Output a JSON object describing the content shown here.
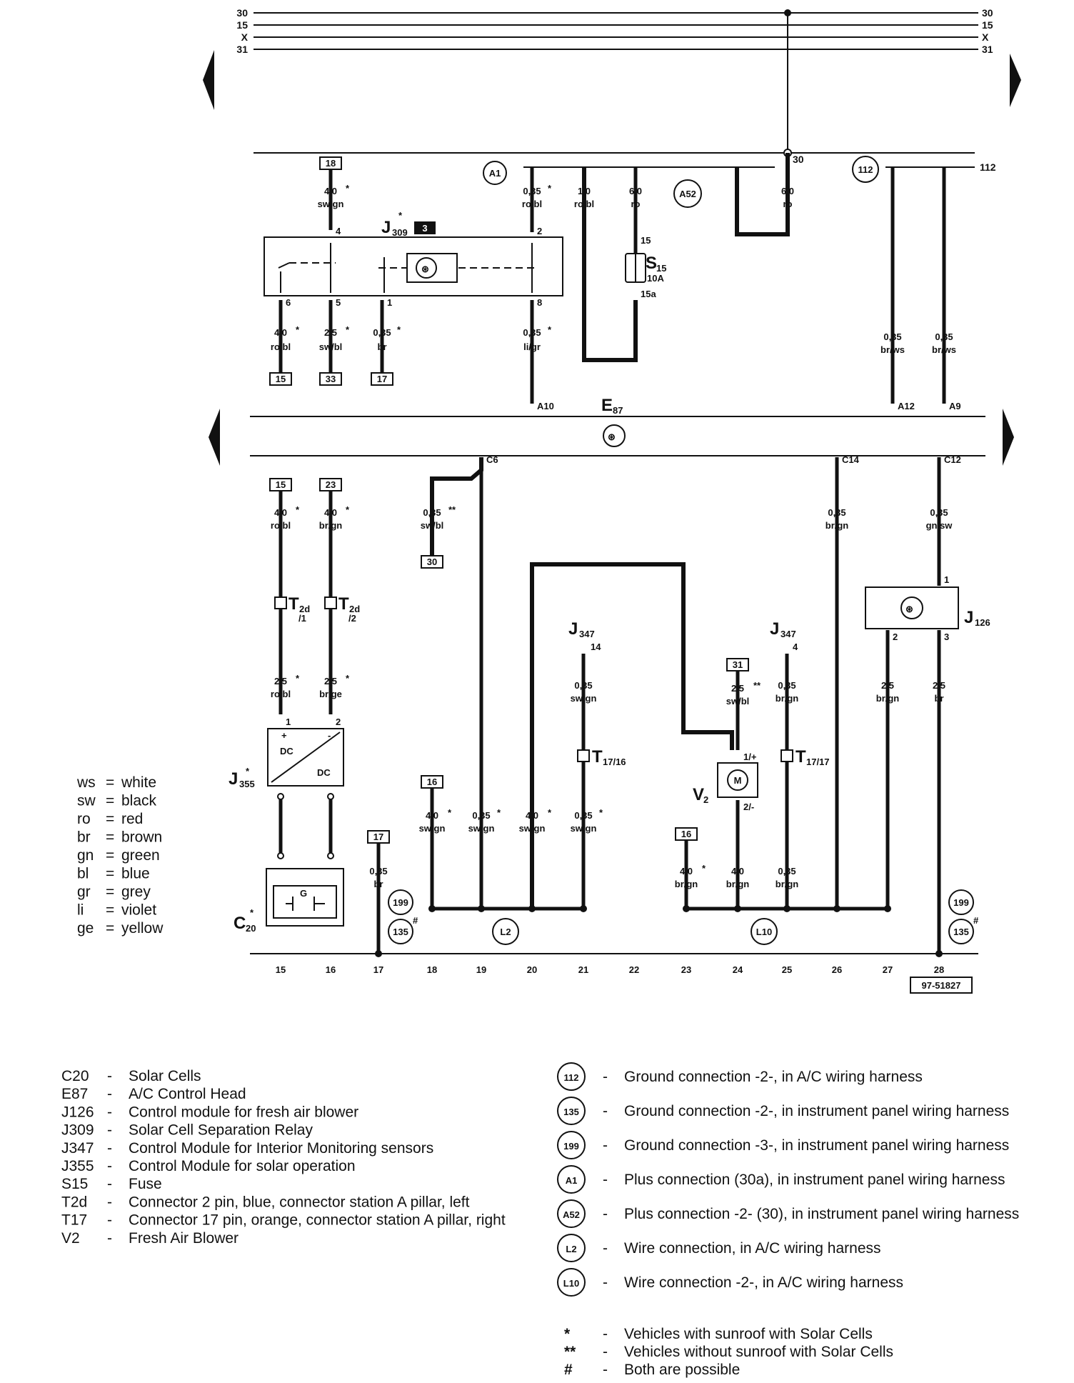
{
  "rails": [
    "30",
    "15",
    "X",
    "31"
  ],
  "bus_112": "112",
  "bus_30": "30",
  "modules": {
    "J309": {
      "name": "J",
      "sub": "309",
      "star": "*",
      "tag": "3"
    },
    "E87": {
      "name": "E",
      "sub": "87"
    },
    "J126": {
      "name": "J",
      "sub": "126"
    },
    "J347a": {
      "name": "J",
      "sub": "347",
      "pin": "14"
    },
    "J347b": {
      "name": "J",
      "sub": "347",
      "pin": "4"
    },
    "J355": {
      "name": "J",
      "sub": "355",
      "star": "*"
    },
    "C20": {
      "name": "C",
      "sub": "20",
      "star": "*"
    },
    "V2": {
      "name": "V",
      "sub": "2"
    },
    "S15": {
      "name": "S",
      "sub": "15",
      "rating": "10A",
      "pin_in": "15",
      "pin_out": "15a"
    },
    "T2d_1": {
      "name": "T",
      "sub": "2d",
      "pin": "/1"
    },
    "T2d_2": {
      "name": "T",
      "sub": "2d",
      "pin": "/2"
    },
    "T17_16": {
      "name": "T",
      "sub": "17/16"
    },
    "T17_17": {
      "name": "T",
      "sub": "17/17"
    }
  },
  "conn_circles": {
    "A1": "A1",
    "A52": "A52",
    "c112": "112",
    "c199a": "199",
    "c135a": "135",
    "L2": "L2",
    "L10": "L10",
    "c199b": "199",
    "c135b": "135",
    "hash": "#"
  },
  "wires_top": [
    {
      "id": "w18",
      "box": "18",
      "size": "4,0",
      "star": "*",
      "color": "sw/gn",
      "pin": "4"
    },
    {
      "id": "w6",
      "box": "15",
      "size": "4,0",
      "star": "*",
      "color": "ro/bl",
      "pin": "6"
    },
    {
      "id": "w5",
      "box": "33",
      "size": "2,5",
      "star": "*",
      "color": "sw/bl",
      "pin": "5"
    },
    {
      "id": "w1",
      "box": "17",
      "size": "0,35",
      "star": "*",
      "color": "br",
      "pin": "1"
    },
    {
      "id": "wA1",
      "size": "0,35",
      "star": "*",
      "color": "ro/bl",
      "pin": "2"
    },
    {
      "id": "w8",
      "size": "0,35",
      "star": "*",
      "color": "li/gr",
      "pin": "8",
      "epin": "A10"
    },
    {
      "id": "wrobl",
      "size": "1,0",
      "color": "ro/bl"
    },
    {
      "id": "wro",
      "size": "6,0",
      "color": "ro"
    },
    {
      "id": "wro30",
      "size": "6,0",
      "color": "ro"
    },
    {
      "id": "wA12",
      "size": "0,35",
      "color": "br/ws",
      "epin": "A12"
    },
    {
      "id": "wA9",
      "size": "0,35",
      "color": "br/ws",
      "epin": "A9"
    }
  ],
  "wires_bottom": [
    {
      "id": "b15a",
      "box": "15",
      "size": "4,0",
      "star": "*",
      "color": "ro/bl"
    },
    {
      "id": "b16a",
      "box": "23",
      "size": "4,0",
      "star": "*",
      "color": "br/gn"
    },
    {
      "id": "b15b",
      "size": "2,5",
      "star": "*",
      "color": "ro/bl",
      "pin": "1"
    },
    {
      "id": "b16b",
      "size": "2,5",
      "star": "*",
      "color": "br/ge",
      "pin": "2"
    },
    {
      "id": "bC6",
      "box": "30",
      "size": "0,35",
      "star": "**",
      "color": "sw/bl",
      "epin": "C6"
    },
    {
      "id": "b17",
      "box": "17",
      "size": "0,35",
      "color": "br"
    },
    {
      "id": "b18",
      "box": "16",
      "size": "4,0",
      "star": "*",
      "color": "sw/gn"
    },
    {
      "id": "b19",
      "size": "0,35",
      "star": "*",
      "color": "sw/gn"
    },
    {
      "id": "b20",
      "size": "4,0",
      "star": "*",
      "color": "sw/gn"
    },
    {
      "id": "b21a",
      "size": "0,35",
      "color": "sw/gn"
    },
    {
      "id": "b21b",
      "size": "0,35",
      "star": "*",
      "color": "sw/gn"
    },
    {
      "id": "b23",
      "box": "16",
      "size": "4,0",
      "star": "*",
      "color": "br/gn"
    },
    {
      "id": "bV2top",
      "box": "31",
      "size": "2,5",
      "star": "**",
      "color": "sw/bl"
    },
    {
      "id": "b24",
      "size": "4,0",
      "color": "br/gn"
    },
    {
      "id": "b25a",
      "size": "0,35",
      "color": "br/gn"
    },
    {
      "id": "b25b",
      "size": "0,35",
      "color": "br/gn"
    },
    {
      "id": "b26",
      "size": "0,35",
      "color": "br/gn",
      "epin": "C14"
    },
    {
      "id": "bC12",
      "size": "0,35",
      "color": "gn/sw",
      "epin": "C12"
    },
    {
      "id": "b27",
      "size": "2,5",
      "color": "br/gn",
      "pin": "2"
    },
    {
      "id": "b28",
      "size": "2,5",
      "color": "br",
      "pin": "3"
    }
  ],
  "pins": {
    "p1": "1",
    "v2a": "1/+",
    "v2b": "2/-",
    "plus": "+",
    "minus": "-",
    "dc1": "DC",
    "dc2": "DC",
    "g": "G",
    "m": "M"
  },
  "columns": [
    "15",
    "16",
    "17",
    "18",
    "19",
    "20",
    "21",
    "22",
    "23",
    "24",
    "25",
    "26",
    "27",
    "28"
  ],
  "ref": "97-51827",
  "color_legend": [
    {
      "code": "ws",
      "name": "white"
    },
    {
      "code": "sw",
      "name": "black"
    },
    {
      "code": "ro",
      "name": "red"
    },
    {
      "code": "br",
      "name": "brown"
    },
    {
      "code": "gn",
      "name": "green"
    },
    {
      "code": "bl",
      "name": "blue"
    },
    {
      "code": "gr",
      "name": "grey"
    },
    {
      "code": "li",
      "name": "violet"
    },
    {
      "code": "ge",
      "name": "yellow"
    }
  ],
  "components": [
    {
      "code": "C20",
      "desc": "Solar Cells"
    },
    {
      "code": "E87",
      "desc": "A/C Control Head"
    },
    {
      "code": "J126",
      "desc": "Control module for fresh air blower"
    },
    {
      "code": "J309",
      "desc": "Solar Cell Separation Relay"
    },
    {
      "code": "J347",
      "desc": "Control Module for Interior Monitoring sensors"
    },
    {
      "code": "J355",
      "desc": "Control Module for solar operation"
    },
    {
      "code": "S15",
      "desc": "Fuse"
    },
    {
      "code": "T2d",
      "desc": "Connector 2 pin, blue, connector station A pillar, left"
    },
    {
      "code": "T17",
      "desc": "Connector 17 pin, orange, connector station A pillar, right"
    },
    {
      "code": "V2",
      "desc": "Fresh Air Blower"
    }
  ],
  "connections": [
    {
      "code": "112",
      "desc": "Ground connection -2-, in A/C wiring harness"
    },
    {
      "code": "135",
      "desc": "Ground connection -2-, in instrument panel wiring harness"
    },
    {
      "code": "199",
      "desc": "Ground connection -3-, in instrument panel wiring harness"
    },
    {
      "code": "A1",
      "desc": "Plus connection (30a), in instrument panel wiring harness"
    },
    {
      "code": "A52",
      "desc": "Plus connection -2- (30), in instrument panel wiring harness"
    },
    {
      "code": "L2",
      "desc": "Wire connection, in A/C wiring harness"
    },
    {
      "code": "L10",
      "desc": "Wire connection -2-, in A/C wiring harness"
    }
  ],
  "notes": [
    {
      "sym": "*",
      "desc": "Vehicles with sunroof with Solar Cells"
    },
    {
      "sym": "**",
      "desc": "Vehicles without sunroof with Solar Cells"
    },
    {
      "sym": "#",
      "desc": "Both are possible"
    }
  ]
}
